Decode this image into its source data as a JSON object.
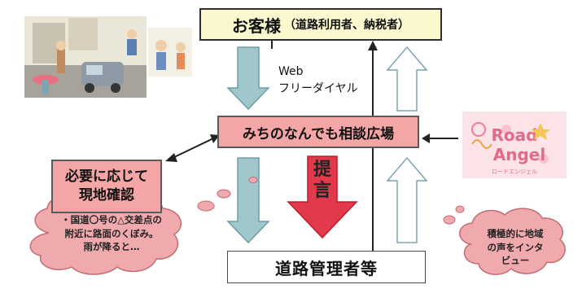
{
  "customer": {
    "main": "お客様",
    "sub": "（道路利用者、納税者）"
  },
  "channel": {
    "line1": "Web",
    "line2": "フリーダイヤル"
  },
  "hub": {
    "label": "みちのなんでも相談広場"
  },
  "check": {
    "line1": "必要に応じて",
    "line2": "現地確認"
  },
  "proposal": {
    "char1": "提",
    "char2": "言"
  },
  "admin": {
    "label": "道路管理者等"
  },
  "left_cloud": {
    "line1": "・国道〇号の△交差点の",
    "line2": "附近に路面のくぼみ。",
    "line3": "雨が降ると…"
  },
  "right_cloud": {
    "line1": "積極的に地域",
    "line2": "の声をインタ",
    "line3": "ビュー"
  },
  "logo": {
    "text": "Road Angel",
    "caption": "ロードエンジェル"
  },
  "colors": {
    "box_pink": "#f4a6a6",
    "box_yellow": "#fbf7cf",
    "arrow_teal": "#9fc7cc",
    "arrow_red": "#e23a4b",
    "cloud_pink": "#f0a9ad"
  }
}
